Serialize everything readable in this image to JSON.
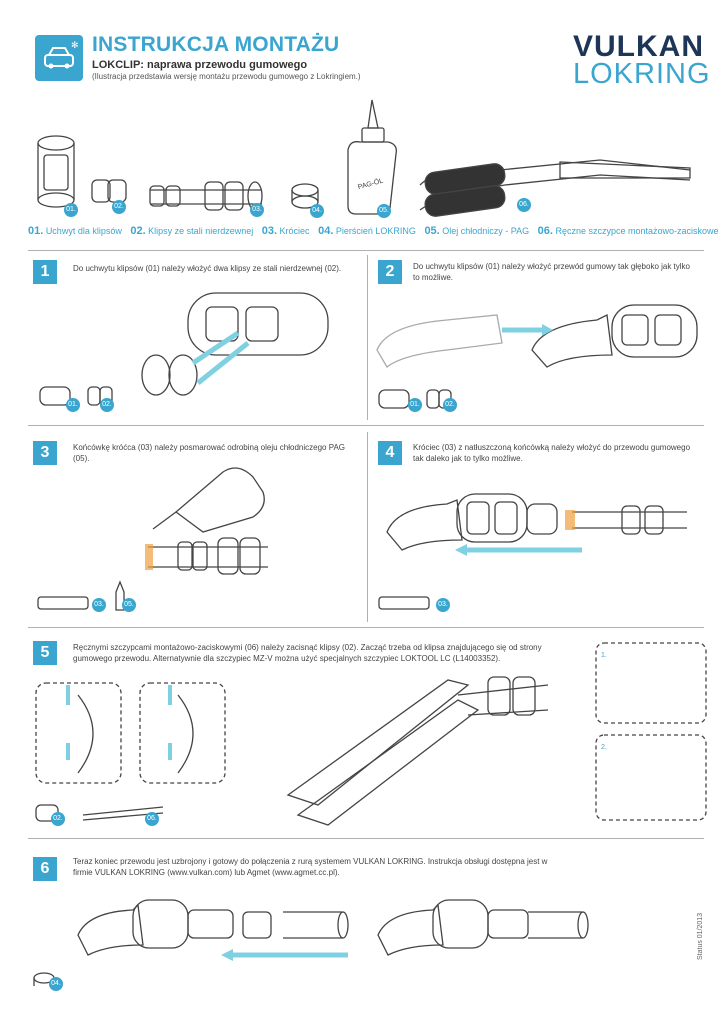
{
  "header": {
    "title": "INSTRUKCJA MONTAŻU",
    "subtitle": "LOKCLIP: naprawa przewodu gumowego",
    "note": "(Ilustracja przedstawia wersję montażu przewodu gumowego z Lokringiem.)",
    "brand_line1": "VULKAN",
    "brand_line2": "LOKRING",
    "icon": "car-snowflake-icon"
  },
  "parts": [
    {
      "num": "01.",
      "label": "Uchwyt dla klipsów"
    },
    {
      "num": "02.",
      "label": "Klipsy ze stali nierdzewnej"
    },
    {
      "num": "03.",
      "label": "Króciec"
    },
    {
      "num": "04.",
      "label": "Pierścień LOKRING"
    },
    {
      "num": "05.",
      "label": "Olej chłodniczy - PAG"
    },
    {
      "num": "06.",
      "label": "Ręczne szczypce montażowo-zaciskowe"
    }
  ],
  "bottle_label": "PAG-ÖL",
  "steps": {
    "s1": {
      "num": "1",
      "text": "Do uchwytu klipsów (01) należy włożyć dwa klipsy ze stali nierdzewnej (02)."
    },
    "s2": {
      "num": "2",
      "text": "Do uchwytu klipsów (01) należy włożyć przewód gumowy tak głęboko jak tylko to możliwe."
    },
    "s3": {
      "num": "3",
      "text": "Końcówkę króćca (03) należy posmarować odrobiną oleju chłodniczego PAG (05)."
    },
    "s4": {
      "num": "4",
      "text": "Króciec (03) z natłuszczoną końcówką należy włożyć do przewodu gumowego tak daleko jak to tylko możliwe."
    },
    "s5": {
      "num": "5",
      "text": "Ręcznymi szczypcami montażowo-zaciskowymi (06) należy zacisnąć klipsy (02). Zacząć trzeba od klipsa znajdującego się od strony gumowego przewodu. Alternatywnie dla szczypiec MZ-V można użyć specjalnych szczypiec LOKTOOL LC (L14003352)."
    },
    "s6": {
      "num": "6",
      "text": "Teraz koniec przewodu jest uzbrojony i gotowy do połączenia z rurą systemem VULKAN LOKRING. Instrukcja obsługi dostępna jest w firmie VULKAN LOKRING (www.vulkan.com) lub Agmet (www.agmet.cc.pl)."
    }
  },
  "badges": {
    "b01": "01.",
    "b02": "02.",
    "b03": "03.",
    "b04": "04.",
    "b05": "05.",
    "b06": "06."
  },
  "detail_labels": {
    "d1": "1.",
    "d2": "2."
  },
  "status": "Status 01/2013",
  "colors": {
    "accent": "#3aa6cf",
    "navy": "#1d3557",
    "arrow": "#7fd0e0",
    "orange": "#f0a040"
  }
}
